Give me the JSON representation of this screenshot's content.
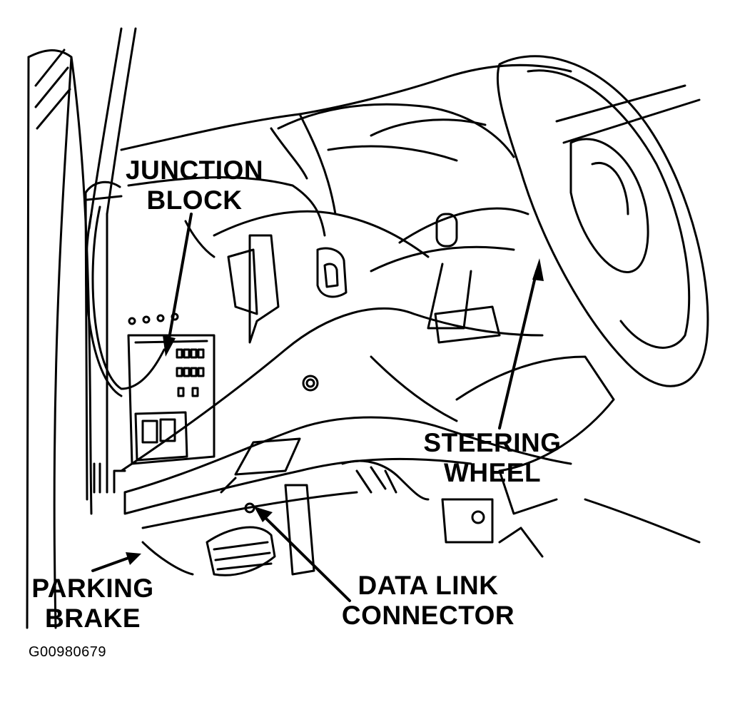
{
  "figure": {
    "id": "G00980679"
  },
  "callouts": {
    "junction_block": [
      "JUNCTION",
      "BLOCK"
    ],
    "steering_wheel": [
      "STEERING",
      "WHEEL"
    ],
    "parking_brake": [
      "PARKING",
      "BRAKE"
    ],
    "data_link_connector": [
      "DATA LINK",
      "CONNECTOR"
    ]
  },
  "colors": {
    "ink": "#000000",
    "paper": "#ffffff"
  }
}
